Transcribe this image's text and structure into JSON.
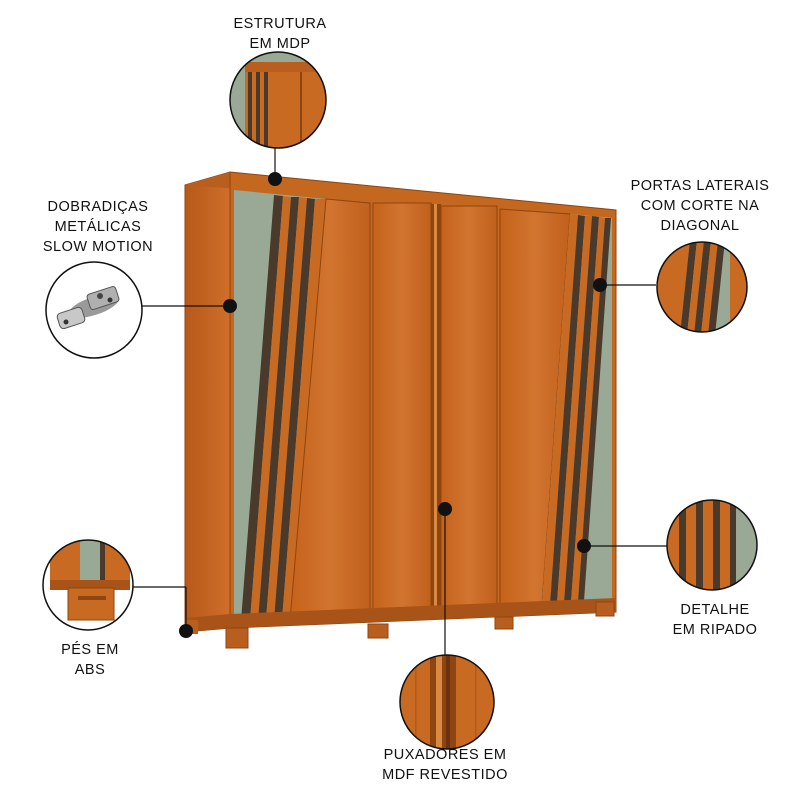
{
  "callouts": [
    {
      "id": "estrutura",
      "lines": [
        "ESTRUTURA",
        "EM MDP"
      ]
    },
    {
      "id": "dobradicas",
      "lines": [
        "DOBRADIÇAS",
        "METÁLICAS",
        "SLOW MOTION"
      ]
    },
    {
      "id": "portas",
      "lines": [
        "PORTAS LATERAIS",
        "COM CORTE NA",
        "DIAGONAL"
      ]
    },
    {
      "id": "pes",
      "lines": [
        "PÉS EM",
        "ABS"
      ]
    },
    {
      "id": "puxadores",
      "lines": [
        "PUXADORES EM",
        "MDF REVESTIDO"
      ]
    },
    {
      "id": "ripado",
      "lines": [
        "DETALHE",
        "EM RIPADO"
      ]
    }
  ],
  "colors": {
    "wood": "#c96a22",
    "wood_dark": "#8f4510",
    "wood_light": "#d98a40",
    "sage": "#9aa896",
    "slat": "#4a3a2c",
    "dot": "#111111"
  },
  "icons": [
    "hinge-icon"
  ]
}
